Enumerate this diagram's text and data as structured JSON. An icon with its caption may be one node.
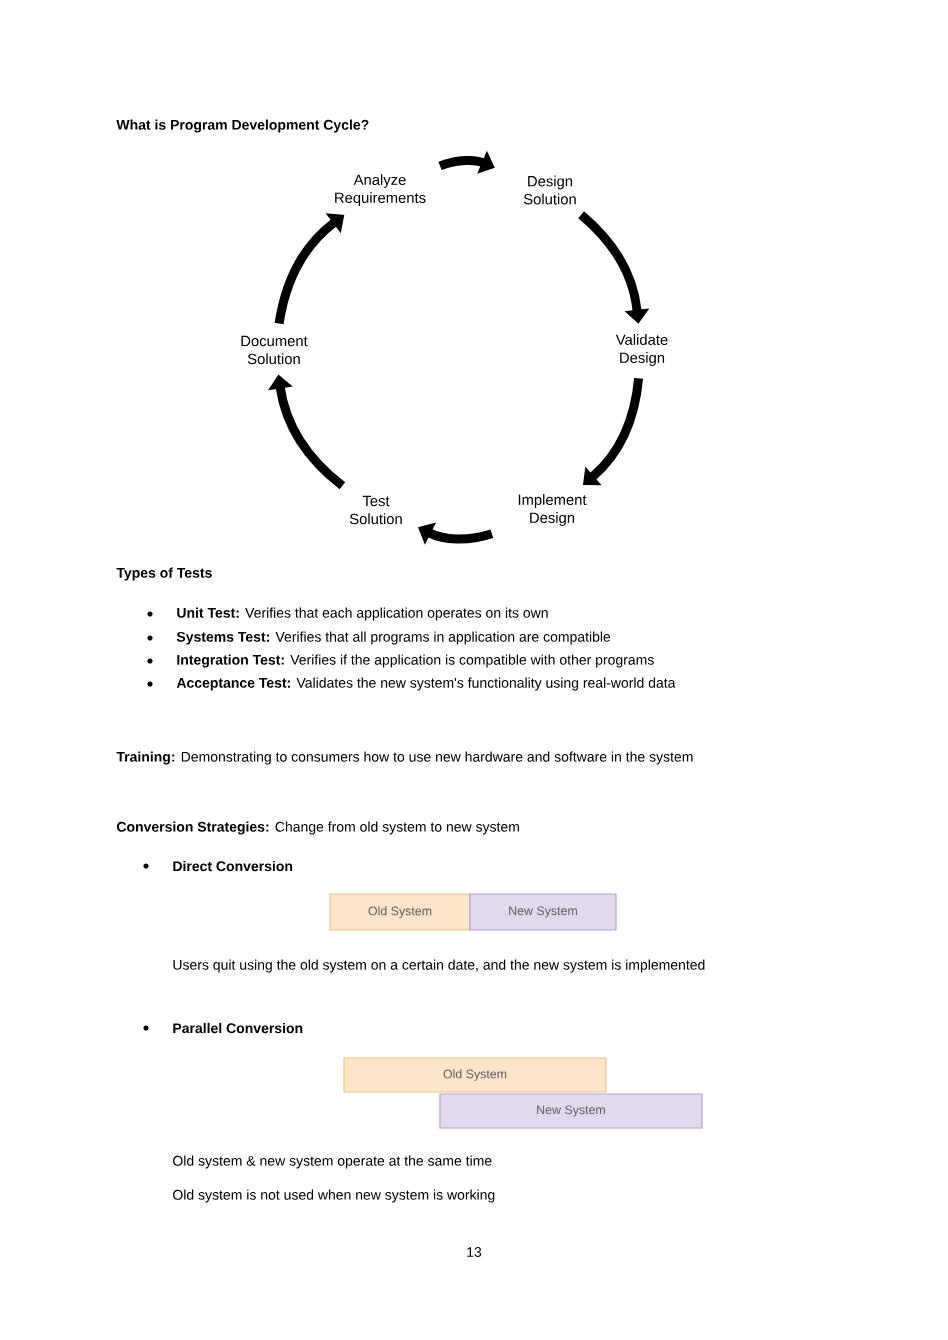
{
  "diagram": {
    "title": "What is Program Development Cycle?",
    "nodes": [
      {
        "text": [
          "Analyze Requirements"
        ]
      },
      {
        "text": [
          "Design Solution"
        ]
      },
      {
        "text": [
          "Validate Design"
        ]
      },
      {
        "text": [
          "Implement Design"
        ]
      },
      {
        "text": [
          "Test Solution"
        ]
      },
      {
        "text": [
          "Document Solution"
        ]
      },
      {
        "text": [
          "Old System"
        ]
      },
      {
        "text": [
          "New System"
        ]
      },
      {
        "text": [
          "Old System"
        ]
      },
      {
        "text": [
          "New System"
        ]
      }
    ],
    "edges": [
      {
        "from": 0,
        "to": 1,
        "arrow": "to"
      },
      {
        "from": 1,
        "to": 2,
        "arrow": "to"
      },
      {
        "from": 2,
        "to": 3,
        "arrow": "to"
      },
      {
        "from": 3,
        "to": 4,
        "arrow": "to"
      },
      {
        "from": 4,
        "to": 5,
        "arrow": "to"
      },
      {
        "from": 5,
        "to": 0,
        "arrow": "to"
      }
    ],
    "labels": [
      "Types of Tests",
      "**Unit Test:** Verifies that each application operates on its own",
      "**Systems Test:** Verifies that all programs in application are compatible",
      "**Integration Test:** Verifies if the application is compatible with other programs",
      "**Acceptance Test:** Validates the new system's functionality using real-world data",
      "**Training:** Demonstrating to consumers how to use new hardware and software in the system",
      "**Conversion Strategies:** Change from old system to new system",
      "Direct Conversion",
      "Users quit using the old system on a certain date, and the new system is implemented",
      "Parallel Conversion",
      "Old system & new system operate at the same time",
      "Old system is not used when new system is working",
      "13"
    ]
  }
}
